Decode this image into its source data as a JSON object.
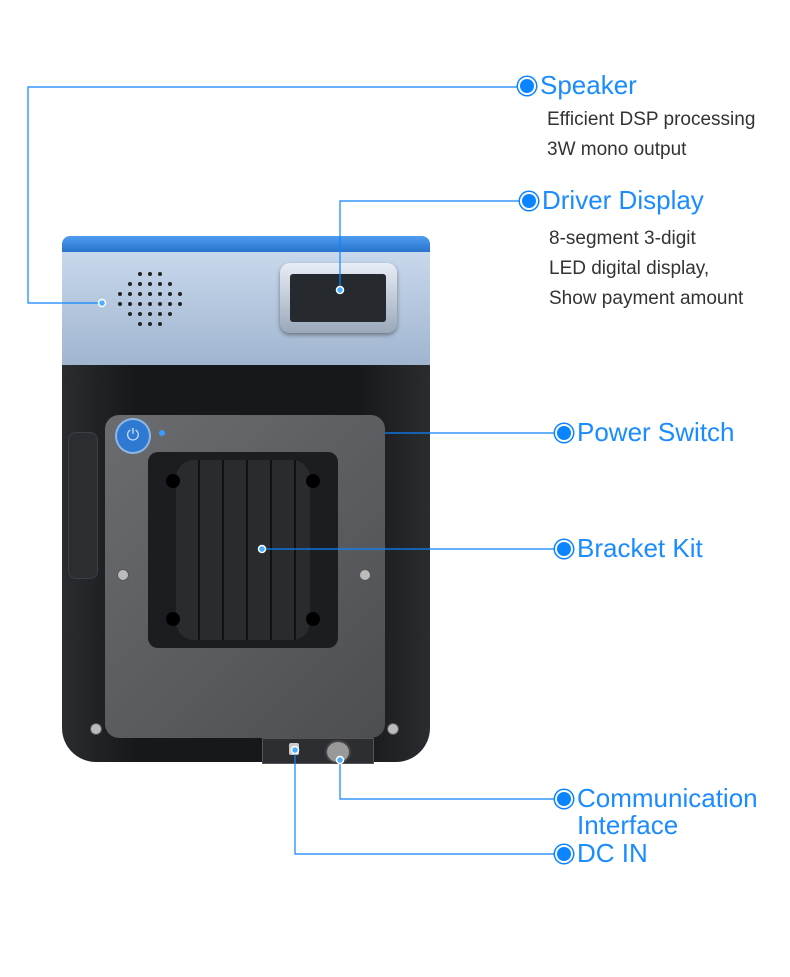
{
  "labels": {
    "speaker": {
      "title": "Speaker",
      "lines": [
        "Efficient DSP processing",
        "3W mono output"
      ]
    },
    "driver_display": {
      "title": "Driver Display",
      "lines": [
        "8-segment 3-digit",
        "LED digital display,",
        "Show payment amount"
      ]
    },
    "power_switch": {
      "title": "Power Switch"
    },
    "bracket_kit": {
      "title": "Bracket Kit"
    },
    "communication": {
      "title": "Communication Interface"
    },
    "dc_in": {
      "title": "DC IN"
    }
  },
  "colors": {
    "accent": "#0a84ff",
    "cap": "#2f7fd6",
    "body_top": "#b9cde6",
    "body": "#1b1d20",
    "plate": "#5a5c60"
  }
}
